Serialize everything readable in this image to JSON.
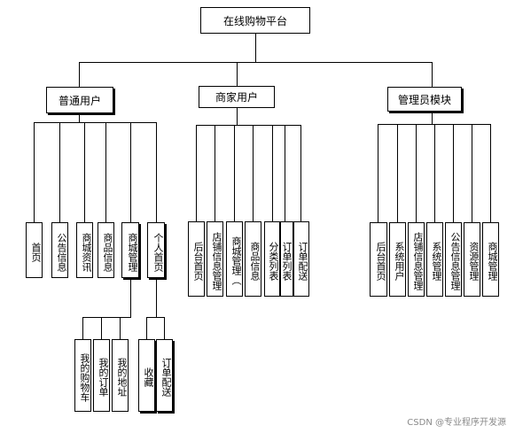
{
  "root": "在线购物平台",
  "groups": [
    {
      "label": "普通用户",
      "children": [
        {
          "label": "首页"
        },
        {
          "label": "公告信息"
        },
        {
          "label": "商城资讯"
        },
        {
          "label": "商品信息"
        },
        {
          "label": "商城管理",
          "children": [
            "我的购物车",
            "我的订单",
            "我的地址"
          ]
        },
        {
          "label": "个人首页",
          "children": [
            "收藏",
            "订单配送"
          ]
        }
      ]
    },
    {
      "label": "商家用户",
      "children": [
        {
          "label": "后台首页"
        },
        {
          "label": "店铺信息管理"
        },
        {
          "label": "商城管理（"
        },
        {
          "label": "商品信息"
        },
        {
          "label": "分类列表"
        },
        {
          "label": "订单列表"
        },
        {
          "label": "订单配送"
        }
      ]
    },
    {
      "label": "管理员模块",
      "children": [
        {
          "label": "后台首页"
        },
        {
          "label": "系统用户"
        },
        {
          "label": "店铺信息管理"
        },
        {
          "label": "系统管理"
        },
        {
          "label": "公告信息管理"
        },
        {
          "label": "资源管理"
        },
        {
          "label": "商城管理"
        }
      ]
    }
  ],
  "watermark": "CSDN @专业程序开发源"
}
